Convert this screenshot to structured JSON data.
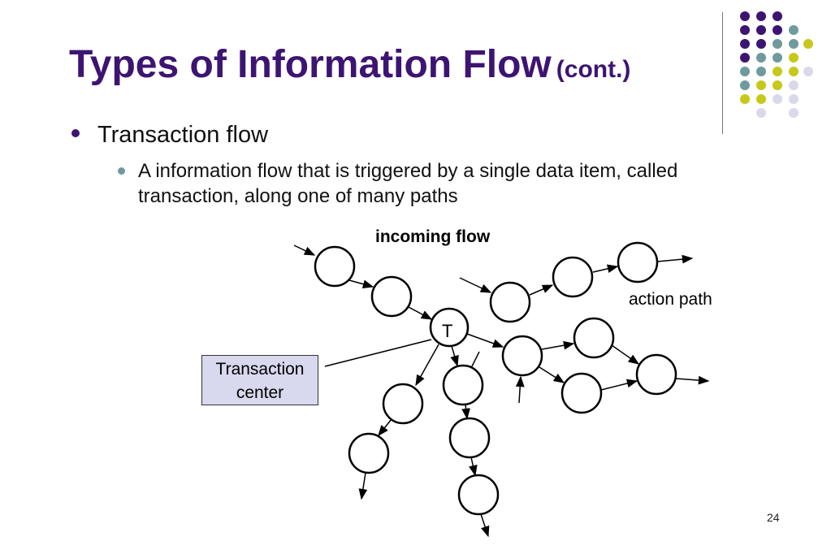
{
  "slide": {
    "title": "Types of Information Flow",
    "title_suffix": "(cont.)",
    "bullet_level1": "Transaction flow",
    "bullet_level2": "A information flow that is triggered by a single data item, called transaction, along one of many paths",
    "page_number": "24"
  },
  "diagram": {
    "incoming_label": "incoming flow",
    "action_label": "action path",
    "transaction_node_label": "T",
    "transaction_center_line1": "Transaction",
    "transaction_center_line2": "center",
    "colors": {
      "node_stroke": "#000000",
      "center_box_fill": "#d8d8ef"
    }
  },
  "theme": {
    "title_color": "#3d1472",
    "dot_colors": [
      "#3d1472",
      "#6f9a9e",
      "#c8c81a",
      "#d9d9ea"
    ]
  }
}
